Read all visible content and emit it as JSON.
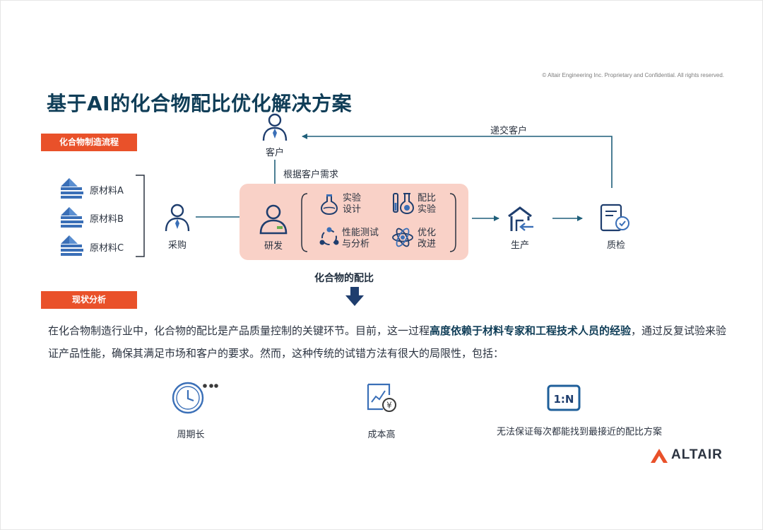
{
  "copyright": "© Altair Engineering Inc. Proprietary and Confidential. All rights reserved.",
  "title": "基于AI的化合物配比优化解决方案",
  "section1_tag": "化合物制造流程",
  "materials": [
    "原材料A",
    "原材料B",
    "原材料C"
  ],
  "nodes": {
    "procurement": "采购",
    "customer": "客户",
    "rnd": "研发",
    "production": "生产",
    "qc": "质检"
  },
  "edges": {
    "customer_requirement": "根据客户需求",
    "deliver_customer": "递交客户"
  },
  "rnd_steps": [
    {
      "line1": "实验",
      "line2": "设计",
      "icon": "flask-icon"
    },
    {
      "line1": "配比",
      "line2": "实验",
      "icon": "lab-equipment-icon"
    },
    {
      "line1": "性能测试",
      "line2": "与分析",
      "icon": "network-analysis-icon"
    },
    {
      "line1": "优化",
      "line2": "改进",
      "icon": "atom-icon"
    }
  ],
  "middle_label": "化合物的配比",
  "section2_tag": "现状分析",
  "paragraph": {
    "part1": "在化合物制造行业中，化合物的配比是产品质量控制的关键环节。目前，这一过程",
    "bold": "高度依赖于材料专家和工程技术人员的经验",
    "part2": "，通过反复试验来验证产品性能，确保其满足市场和客户的要求。然而，这种传统的试错方法有很大的局限性，包括："
  },
  "limitations": [
    {
      "label": "周期长",
      "icon": "clock-icon"
    },
    {
      "label": "成本高",
      "icon": "cost-chart-icon"
    },
    {
      "label": "无法保证每次都能找到最接近的配比方案",
      "icon": "one-to-n-icon",
      "icon_text": "1:N"
    }
  ],
  "logo": "ALTAIR",
  "colors": {
    "accent": "#e9512a",
    "title": "#0f3d57",
    "icon_blue": "#3a6fb7",
    "rnd_bg": "#f9d1c7"
  }
}
